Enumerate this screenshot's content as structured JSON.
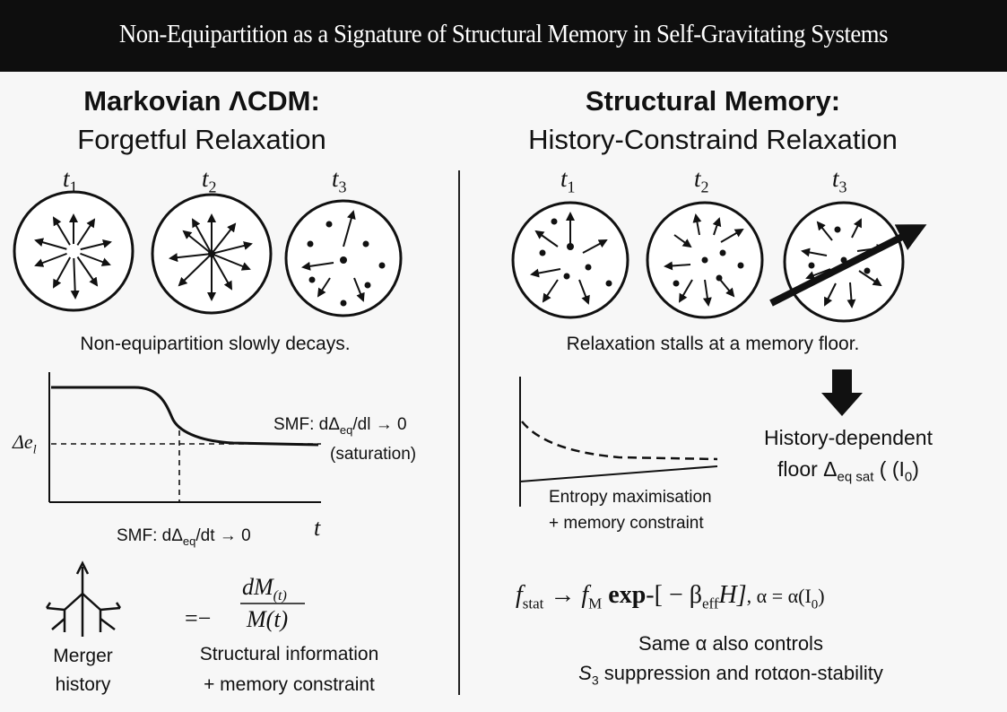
{
  "title": "Non-Equipartition as a Signature of Structural Memory in Self-Gravitating Systems",
  "left": {
    "heading_bold": "Markovian ΛCDM:",
    "heading_sub": "Forgetful Relaxation",
    "time_labels": [
      "t",
      "t",
      "t"
    ],
    "time_subs": [
      "1",
      "2",
      "3"
    ],
    "caption": "Non-equipartition slowly decays.",
    "plot": {
      "y_label": "Δe",
      "y_label_sub": "l",
      "annotation_line1": "SMF: dΔ",
      "annotation_line1_sub": "eq",
      "annotation_line1_end": "/dl → 0",
      "annotation_line2": "(saturation)",
      "x_label": "t"
    },
    "smf_eq": "SMF: dΔ",
    "smf_eq_sub": "eq",
    "smf_eq_end": "/dt → 0",
    "merger_label_1": "Merger",
    "merger_label_2": "history",
    "ratio_prefix": "=−",
    "ratio_num": "dM",
    "ratio_num_sub": "(t)",
    "ratio_den": "M(t)",
    "struct_line1": "Structural information",
    "struct_line2": "+ memory constraint"
  },
  "right": {
    "heading_bold": "Structural Memory:",
    "heading_sub": "History-Constraind Relaxation",
    "time_labels": [
      "t",
      "t",
      "t"
    ],
    "time_subs": [
      "1",
      "2",
      "3"
    ],
    "caption": "Relaxation stalls at a memory floor.",
    "plot_line1": "Entropy maximisation",
    "plot_line2": "+ memory constraint",
    "floor_line1": "History-dependent",
    "floor_line2_a": "floor Δ",
    "floor_line2_sub": "eq sat",
    "floor_line2_b": " ( (I",
    "floor_line2_sub2": "0",
    "floor_line2_c": ")",
    "equation": {
      "f": "f",
      "f_sub": "stat",
      "arrow": "→",
      "f2": "f",
      "f2_sub": "M",
      "exp": "exp",
      "body": "-[ − β",
      "beta_sub": "eff",
      "H": "H]",
      "alpha": ", α = α(I",
      "alpha_sub": "0",
      "alpha_end": ")"
    },
    "note_line1": "Same α also controls",
    "note_line2_s": "S",
    "note_line2_sub": "3",
    "note_line2_rest": " suppression and rotαon-stability"
  }
}
